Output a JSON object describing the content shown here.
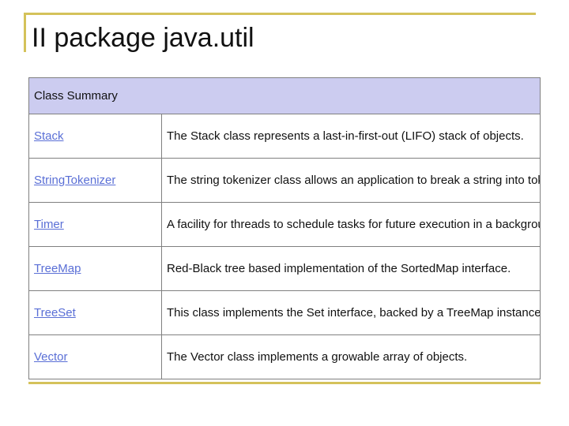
{
  "slide": {
    "title": "II package java.util"
  },
  "table": {
    "header": "Class Summary",
    "rows": [
      {
        "name": "Stack",
        "description": "The Stack class represents a last-in-first-out (LIFO) stack of objects."
      },
      {
        "name": "StringTokenizer",
        "description": "The string tokenizer class allows an application to break a string into tokens."
      },
      {
        "name": "Timer",
        "description": "A facility for threads to schedule tasks for future execution in a background thread."
      },
      {
        "name": "TreeMap",
        "description": "Red-Black tree based implementation of the SortedMap interface."
      },
      {
        "name": "TreeSet",
        "description": "This class implements the Set interface, backed by a TreeMap instance."
      },
      {
        "name": "Vector",
        "description": "The Vector class implements a growable array of objects."
      }
    ]
  },
  "colors": {
    "accent": "#d4c25a",
    "header_background": "#ccccf0",
    "link": "#5a6fd6",
    "border": "#808080"
  }
}
